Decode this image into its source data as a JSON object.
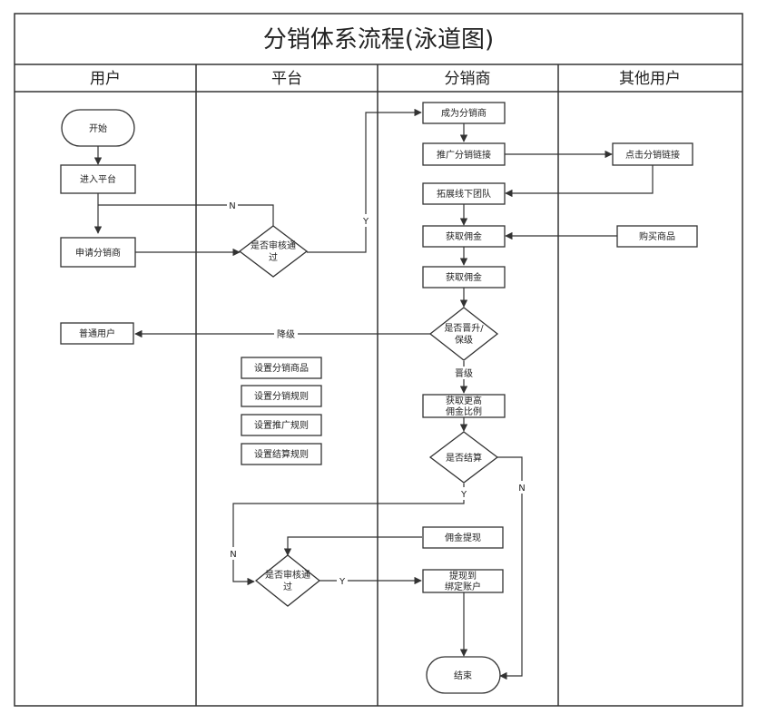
{
  "title": "分销体系流程(泳道图)",
  "lanes": [
    "用户",
    "平台",
    "分销商",
    "其他用户"
  ],
  "nodes": {
    "start": "开始",
    "enter_platform": "进入平台",
    "apply_distributor": "申请分销商",
    "normal_user": "普通用户",
    "review_1": [
      "是否审核通",
      "过"
    ],
    "set_products": "设置分销商品",
    "set_distribution_rules": "设置分销规则",
    "set_promotion_rules": "设置推广规则",
    "set_settlement_rules": "设置结算规则",
    "review_2": [
      "是否审核通",
      "过"
    ],
    "become_distributor": "成为分销商",
    "promote_link": "推广分销链接",
    "expand_team": "拓展线下团队",
    "get_commission_1": "获取佣金",
    "get_commission_2": "获取佣金",
    "promote_demote": [
      "是否晋升/",
      "保级"
    ],
    "higher_commission": [
      "获取更高",
      "佣金比例"
    ],
    "settle": "是否结算",
    "withdraw": "佣金提现",
    "bind_account": [
      "提现到",
      "绑定账户"
    ],
    "end": "结束",
    "click_link": "点击分销链接",
    "buy_product": "购买商品"
  },
  "edge_labels": {
    "n1": "N",
    "y1": "Y",
    "demote": "降级",
    "promote": "晋级",
    "settle_yes": "Y",
    "settle_no": "N",
    "n2": "N",
    "y2": "Y"
  }
}
